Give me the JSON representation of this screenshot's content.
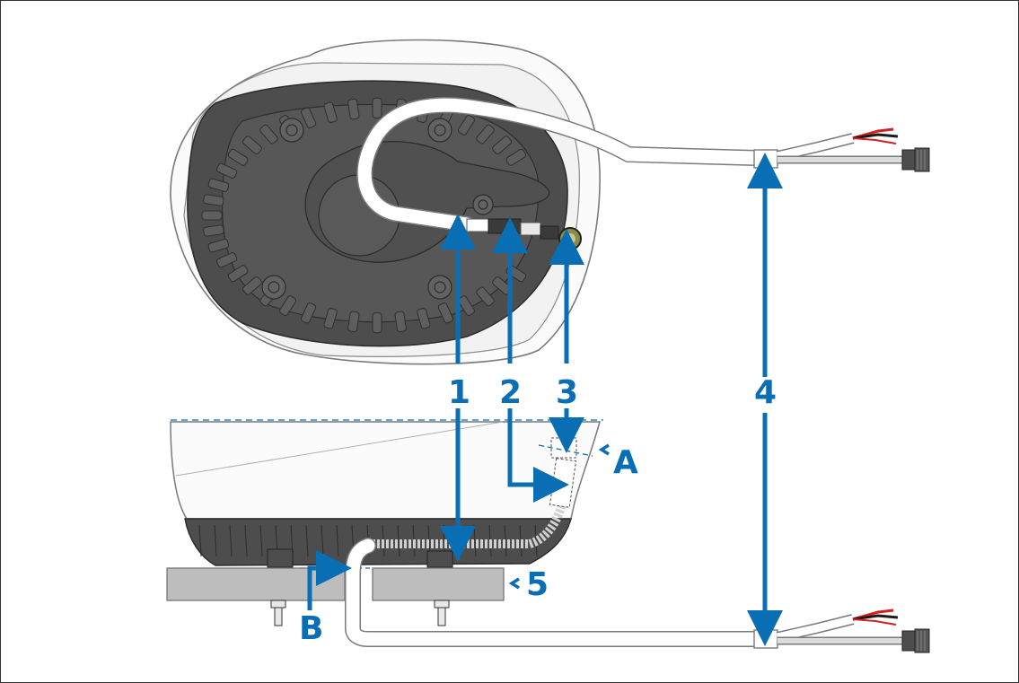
{
  "colors": {
    "callout": "#0a6eb4",
    "outline": "#6b6b6b",
    "base_dark": "#4d4d4d",
    "housing_light": "#fafafa",
    "mount_gray": "#bdbdbd",
    "wire_red": "#d32020",
    "wire_black": "#1a1a1a"
  },
  "callouts": {
    "c1": "1",
    "c2": "2",
    "c3": "3",
    "c4": "4",
    "c5": "5",
    "cA": "A",
    "cB": "B"
  },
  "icons": {
    "connector": "network-connector-icon",
    "bolt": "mounting-bolt-icon"
  }
}
